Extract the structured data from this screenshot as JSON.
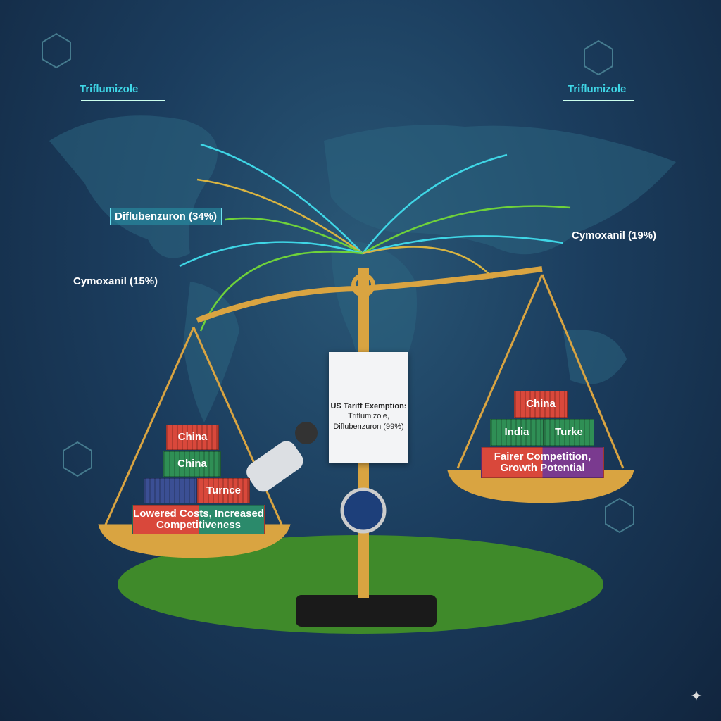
{
  "map_labels": {
    "top_left": "Triflumizole",
    "top_right": "Triflumizole",
    "left_boxed": "Diflubenzuron (34%)",
    "right": "Cymoxanil (19%)",
    "left_lower": "Cymoxanil (15%)"
  },
  "document": {
    "title": "US Tariff Exemption:",
    "line2": "Triflumizole,",
    "line3": "Diflubenzuron (99%)"
  },
  "left_pan": {
    "containers": [
      "China",
      "China",
      "",
      "Turnce"
    ],
    "outcome": "Lowered Costs, Increased Competitiveness"
  },
  "right_pan": {
    "containers": [
      "China",
      "India",
      "Turke"
    ],
    "outcome": "Fairer Competition, Growth Potential"
  },
  "colors": {
    "background": "#1b3d5e",
    "gold": "#d9a441",
    "cyan": "#3fd6e6",
    "green_arrow": "#6fd23a",
    "field": "#3f8a2a"
  },
  "icons": [
    "scale-icon",
    "robot-arm-icon",
    "white-house-icon",
    "molecule-icon",
    "sparkle-icon"
  ]
}
